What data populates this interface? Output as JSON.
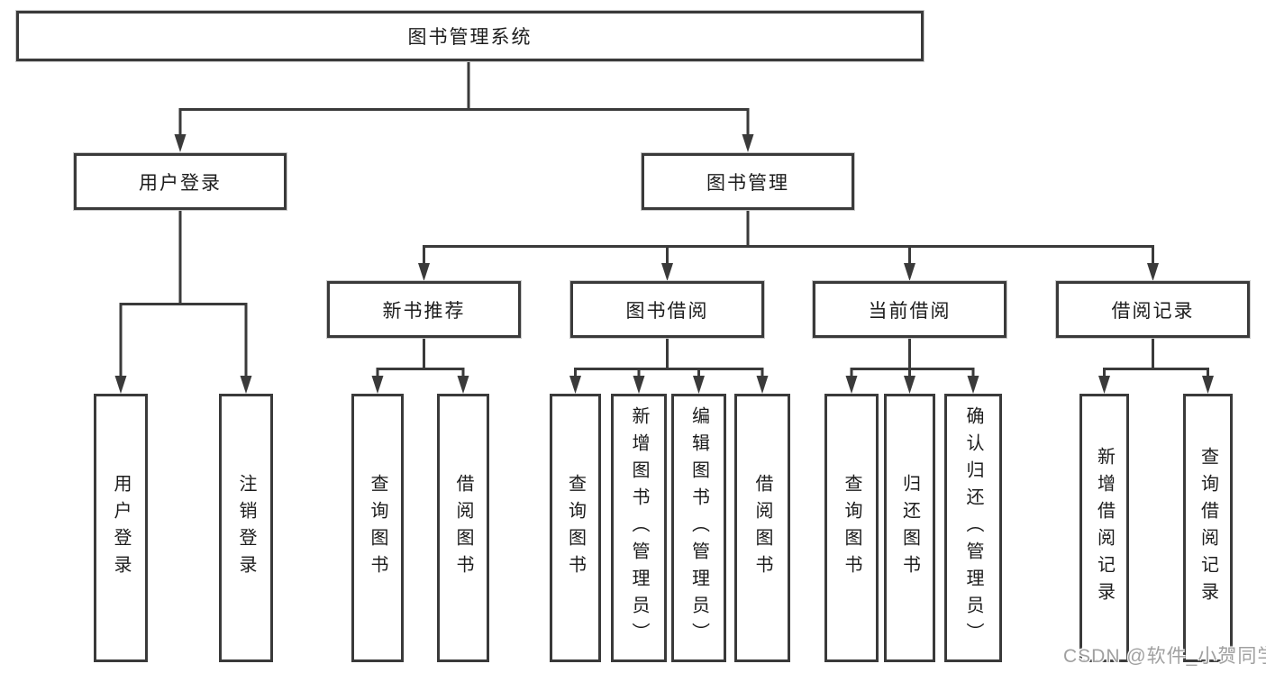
{
  "tree": {
    "root": {
      "label": "图书管理系统"
    },
    "branches": [
      {
        "label": "用户登录",
        "leaves": [
          {
            "label": "用户登录"
          },
          {
            "label": "注销登录"
          }
        ]
      },
      {
        "label": "图书管理",
        "groups": [
          {
            "label": "新书推荐",
            "leaves": [
              {
                "label": "查询图书"
              },
              {
                "label": "借阅图书"
              }
            ]
          },
          {
            "label": "图书借阅",
            "leaves": [
              {
                "label": "查询图书"
              },
              {
                "label": "新增图书（管理员）"
              },
              {
                "label": "编辑图书（管理员）"
              },
              {
                "label": "借阅图书"
              }
            ]
          },
          {
            "label": "当前借阅",
            "leaves": [
              {
                "label": "查询图书"
              },
              {
                "label": "归还图书"
              },
              {
                "label": "确认归还（管理员）"
              }
            ]
          },
          {
            "label": "借阅记录",
            "leaves": [
              {
                "label": "新增借阅记录"
              },
              {
                "label": "查询借阅记录"
              }
            ]
          }
        ]
      }
    ]
  },
  "watermark": {
    "text": "CSDN @软件_小贺同学"
  },
  "colors": {
    "line": "#3a3a3a",
    "text": "#1c1c1c",
    "watermark_text": "#a0a0a0",
    "background": "#ffffff"
  }
}
